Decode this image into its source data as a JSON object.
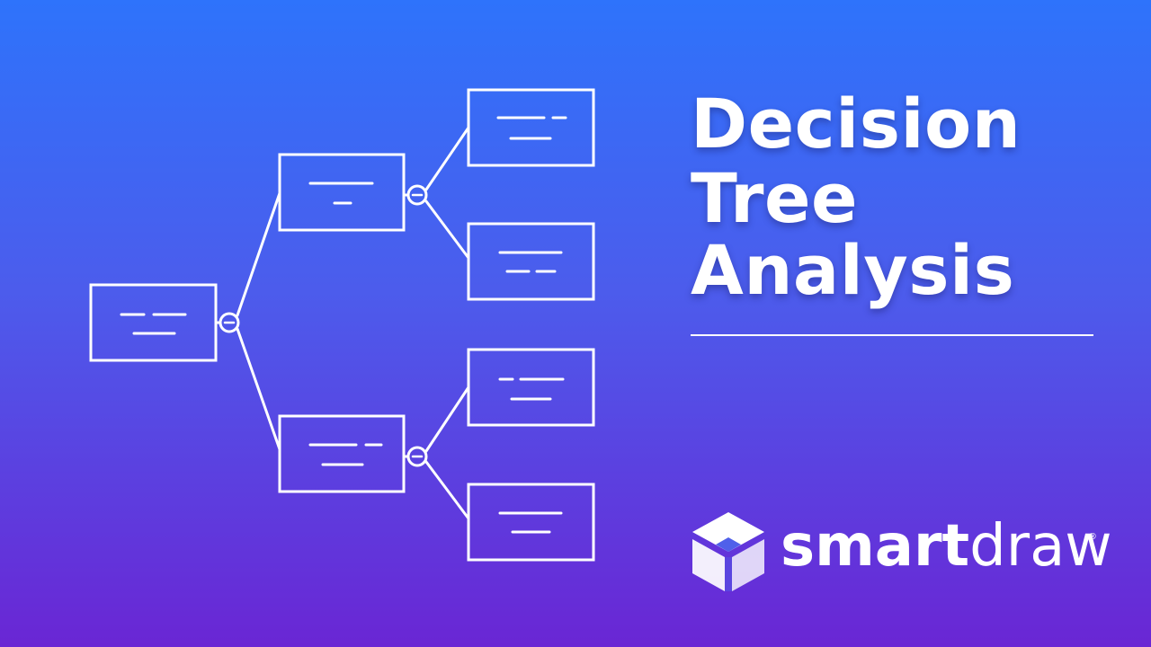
{
  "title": {
    "line1": "Decision",
    "line2": "Tree",
    "line3": "Analysis"
  },
  "brand": {
    "name_part1": "smart",
    "name_part2": "draw",
    "registered_mark": "®"
  },
  "diagram": {
    "type": "decision-tree",
    "node_count": 7,
    "decision_node_count": 3
  },
  "colors": {
    "background_top": "#2e73fb",
    "background_bottom": "#6a26d4",
    "line": "#ffffff"
  },
  "icons": [
    "decision-node-icon",
    "smartdraw-logo-icon"
  ]
}
